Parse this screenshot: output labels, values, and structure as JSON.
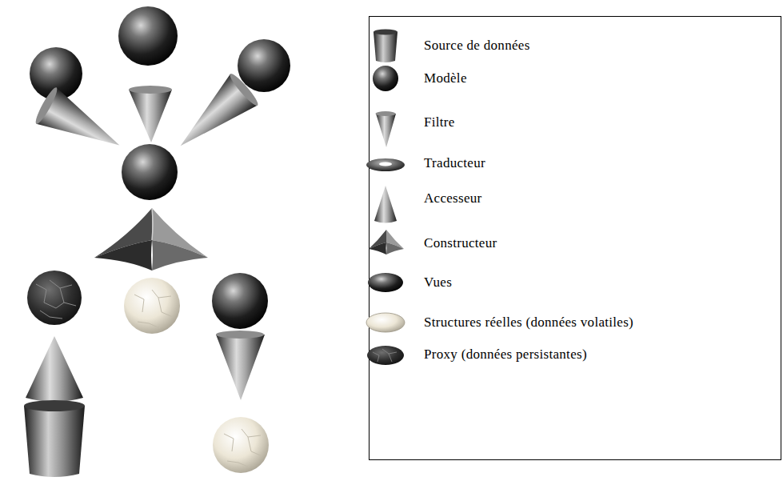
{
  "diagram": {
    "legend": [
      {
        "text": "Source de données"
      },
      {
        "text": "Modèle"
      },
      {
        "text": "Filtre"
      },
      {
        "text": "Traducteur"
      },
      {
        "text": "Accesseur"
      },
      {
        "text": "Constructeur"
      },
      {
        "text": "Vues"
      },
      {
        "text": "Structures réelles (données volatiles)"
      },
      {
        "text": "Proxy (données persistantes)"
      }
    ]
  }
}
